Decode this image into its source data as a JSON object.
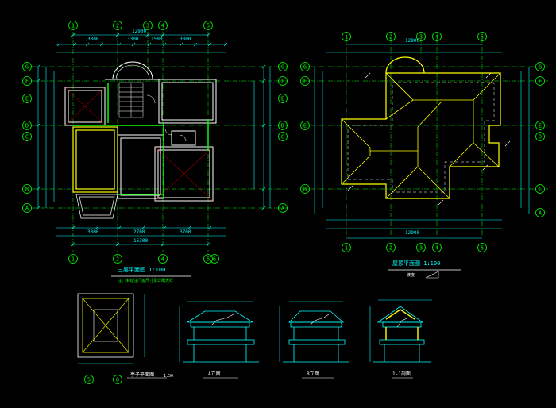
{
  "colors": {
    "background": "#000000",
    "axis": "#00ff00",
    "dimension": "#00ffff",
    "wall": "#ffffff",
    "roof": "#ffff00",
    "hatch": "#ff0000",
    "title_underline": "#ffffff"
  },
  "floor_plan": {
    "title": "三层平面图 1:100",
    "note": "注：未标注门窗尺寸见详细大样",
    "top_axes": [
      "1",
      "2",
      "3",
      "4",
      "5"
    ],
    "bottom_axes": [
      "1",
      "2",
      "4",
      "5",
      "6"
    ],
    "left_axes": [
      "G",
      "F",
      "E",
      "D",
      "C",
      "B",
      "A"
    ],
    "right_axes": [
      "G",
      "F",
      "E",
      "D",
      "C",
      "A"
    ],
    "top_total_dim": "12900",
    "top_dims": [
      "3300",
      "3300",
      "1500",
      "3300"
    ],
    "bottom_dims": [
      "3300",
      "2700",
      "3700"
    ],
    "bottom_total_dim": "15300"
  },
  "roof_plan": {
    "title": "屋顶平面图 1:100",
    "slope_note": "坡度",
    "top_axes": [
      "1",
      "2",
      "3",
      "4",
      "5"
    ],
    "bottom_axes": [
      "1",
      "2",
      "3",
      "4",
      "5"
    ],
    "left_axes": [
      "G",
      "F",
      "E",
      "B"
    ],
    "right_axes": [
      "G",
      "F",
      "E",
      "D",
      "C",
      "A"
    ],
    "top_total_dim": "12900",
    "bottom_total_dim": "12900"
  },
  "details": {
    "pavilion_plan_title": "亭子平面图",
    "pavilion_plan_scale": "1:50",
    "elevation_a_title": "A立面",
    "elevation_b_title": "B立面",
    "section_title": "1-1剖面",
    "plan_bottom_axes": [
      "5",
      "6"
    ]
  }
}
